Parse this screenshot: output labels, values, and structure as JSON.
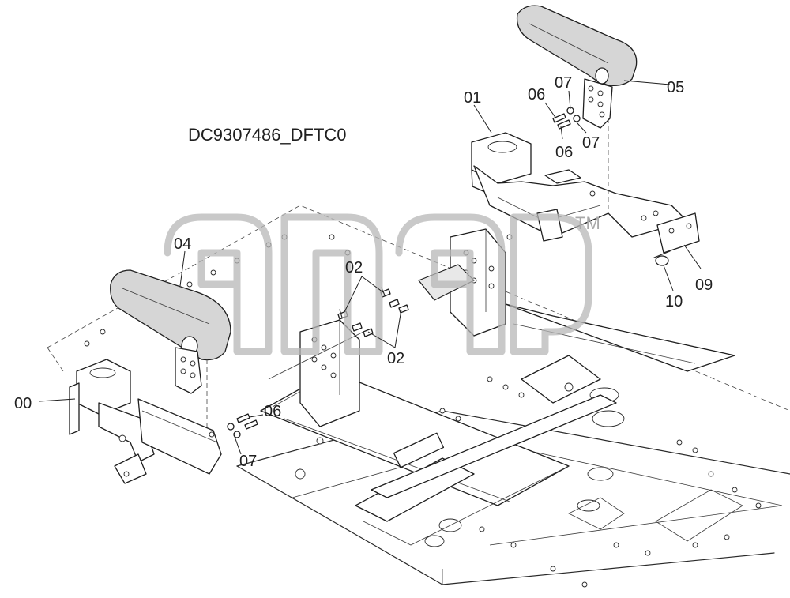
{
  "diagram_code": "DC9307486_DFTC0",
  "labels": {
    "p00": "00",
    "p01": "01",
    "p02a": "02",
    "p02b": "02",
    "p04": "04",
    "p05": "05",
    "p06a": "06",
    "p06b": "06",
    "p06c": "06",
    "p07a": "07",
    "p07b": "07",
    "p07c": "07",
    "p09": "09",
    "p10": "10"
  },
  "watermark": {
    "mark": "TM"
  },
  "colors": {
    "line": "#1f1f1f",
    "background": "#ffffff",
    "watermark": "#b7b7b7"
  }
}
